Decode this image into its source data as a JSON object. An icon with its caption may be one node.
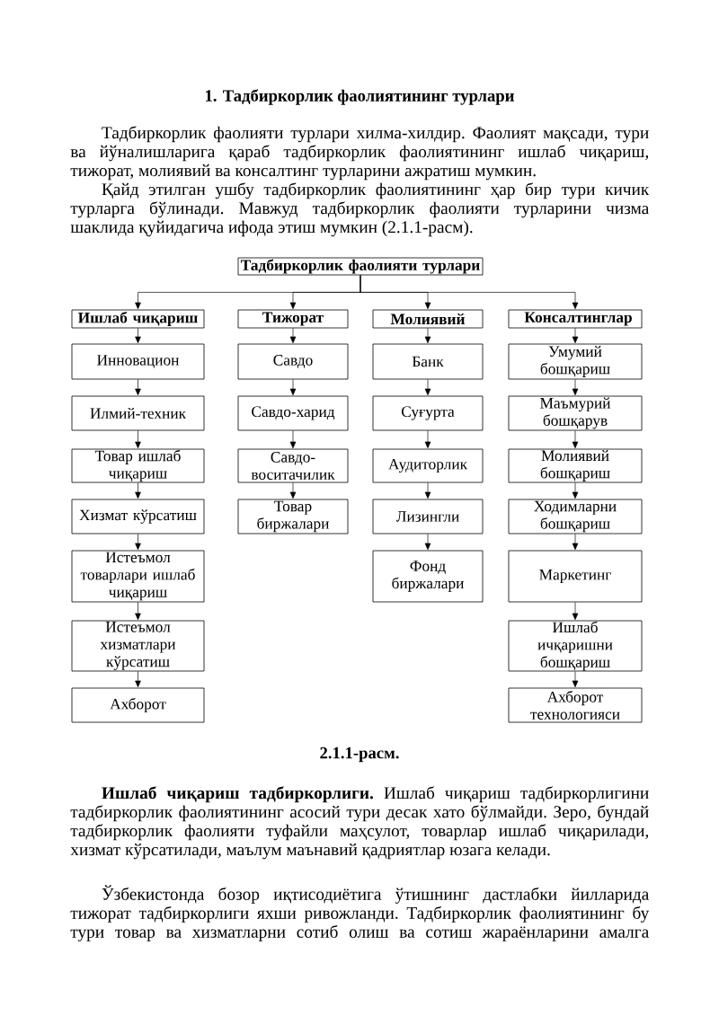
{
  "diagram": {
    "title": "1. Тадбиркорлик фаолиятининг турлари",
    "caption": "2.1.1-расм.",
    "nodes": [
      {
        "text": [
          "Тадбиркорлик фаолияти турлари"
        ]
      },
      {
        "text": [
          "Ишлаб чиқариш"
        ]
      },
      {
        "text": [
          "Тижорат"
        ]
      },
      {
        "text": [
          "Молиявий"
        ]
      },
      {
        "text": [
          "Консалтинглар"
        ]
      },
      {
        "text": [
          "Инновацион"
        ]
      },
      {
        "text": [
          "Илмий-техник"
        ]
      },
      {
        "text": [
          "Товар ишлаб чиқариш"
        ]
      },
      {
        "text": [
          "Хизмат кўрсатиш"
        ]
      },
      {
        "text": [
          "Истеъмол товарлари ишлаб чиқариш"
        ]
      },
      {
        "text": [
          "Истеъмол хизматлари кўрсатиш"
        ]
      },
      {
        "text": [
          "Ахборот"
        ]
      },
      {
        "text": [
          "Савдо"
        ]
      },
      {
        "text": [
          "Савдо-харид"
        ]
      },
      {
        "text": [
          "Савдо-воситачилик"
        ]
      },
      {
        "text": [
          "Товар биржалари"
        ]
      },
      {
        "text": [
          "Банк"
        ]
      },
      {
        "text": [
          "Суғурта"
        ]
      },
      {
        "text": [
          "Аудиторлик"
        ]
      },
      {
        "text": [
          "Лизингли"
        ]
      },
      {
        "text": [
          "Фонд биржалари"
        ]
      },
      {
        "text": [
          "Умумий бошқариш"
        ]
      },
      {
        "text": [
          "Маъмурий бошқарув"
        ]
      },
      {
        "text": [
          "Молиявий бошқариш"
        ]
      },
      {
        "text": [
          "Ходимларни бошқариш"
        ]
      },
      {
        "text": [
          "Маркетинг"
        ]
      },
      {
        "text": [
          "Ишлаб ичқаришни бошқариш"
        ]
      },
      {
        "text": [
          "Ахборот технологияси"
        ]
      }
    ],
    "edges": [
      {
        "from": 0,
        "to": 1,
        "arrow": "to"
      },
      {
        "from": 0,
        "to": 2,
        "arrow": "to"
      },
      {
        "from": 0,
        "to": 3,
        "arrow": "to"
      },
      {
        "from": 0,
        "to": 4,
        "arrow": "to"
      },
      {
        "from": 1,
        "to": 5,
        "arrow": "to"
      },
      {
        "from": 5,
        "to": 6,
        "arrow": "to"
      },
      {
        "from": 6,
        "to": 7,
        "arrow": "to"
      },
      {
        "from": 7,
        "to": 8,
        "arrow": "to"
      },
      {
        "from": 8,
        "to": 9,
        "arrow": "to"
      },
      {
        "from": 9,
        "to": 10,
        "arrow": "to"
      },
      {
        "from": 10,
        "to": 11,
        "arrow": "to"
      },
      {
        "from": 2,
        "to": 12,
        "arrow": "to"
      },
      {
        "from": 12,
        "to": 13,
        "arrow": "to"
      },
      {
        "from": 13,
        "to": 14,
        "arrow": "to"
      },
      {
        "from": 14,
        "to": 15,
        "arrow": "to"
      },
      {
        "from": 3,
        "to": 16,
        "arrow": "to"
      },
      {
        "from": 16,
        "to": 17,
        "arrow": "to"
      },
      {
        "from": 17,
        "to": 18,
        "arrow": "to"
      },
      {
        "from": 18,
        "to": 19,
        "arrow": "to"
      },
      {
        "from": 19,
        "to": 20,
        "arrow": "to"
      },
      {
        "from": 4,
        "to": 21,
        "arrow": "to"
      },
      {
        "from": 21,
        "to": 22,
        "arrow": "to"
      },
      {
        "from": 22,
        "to": 23,
        "arrow": "to"
      },
      {
        "from": 23,
        "to": 24,
        "arrow": "to"
      },
      {
        "from": 24,
        "to": 25,
        "arrow": "to"
      },
      {
        "from": 25,
        "to": 26,
        "arrow": "to"
      },
      {
        "from": 26,
        "to": 27,
        "arrow": "to"
      }
    ],
    "labels": [
      "Тадбиркорлик фаолияти турлари хилма-хилдир. Фаолият мақсади, тури ва йўналишларига қараб тадбиркорлик фаолиятининг ишлаб чиқариш, тижорат, молиявий ва консалтинг турларини ажратиш мумкин.",
      "Қайд этилган ушбу тадбиркорлик фаолиятининг ҳар бир тури кичик турларга бўлинади. Мавжуд тадбиркорлик фаолияти турларини чизма шаклида қуйидагича ифода этиш мумкин (2.1.1-расм).",
      "**Ишлаб чиқариш тадбиркорлиги.** Ишлаб чиқариш тадбиркорлигини тадбиркорлик фаолиятининг асосий тури десак хато бўлмайди. Зеро, бундай тадбиркорлик фаолияти туфайли маҳсулот, товарлар ишлаб чиқарилади, хизмат кўрсатилади, маълум маънавий қадриятлар юзага келади.",
      "Ўзбекистонда бозор иқтисодиётига ўтишнинг дастлабки йилларида тижорат тадбиркорлиги яхши ривожланди. Тадбиркорлик фаолиятининг бу тури товар ва хизматларни сотиб олиш ва сотиш жараёнларини амалга"
    ]
  }
}
